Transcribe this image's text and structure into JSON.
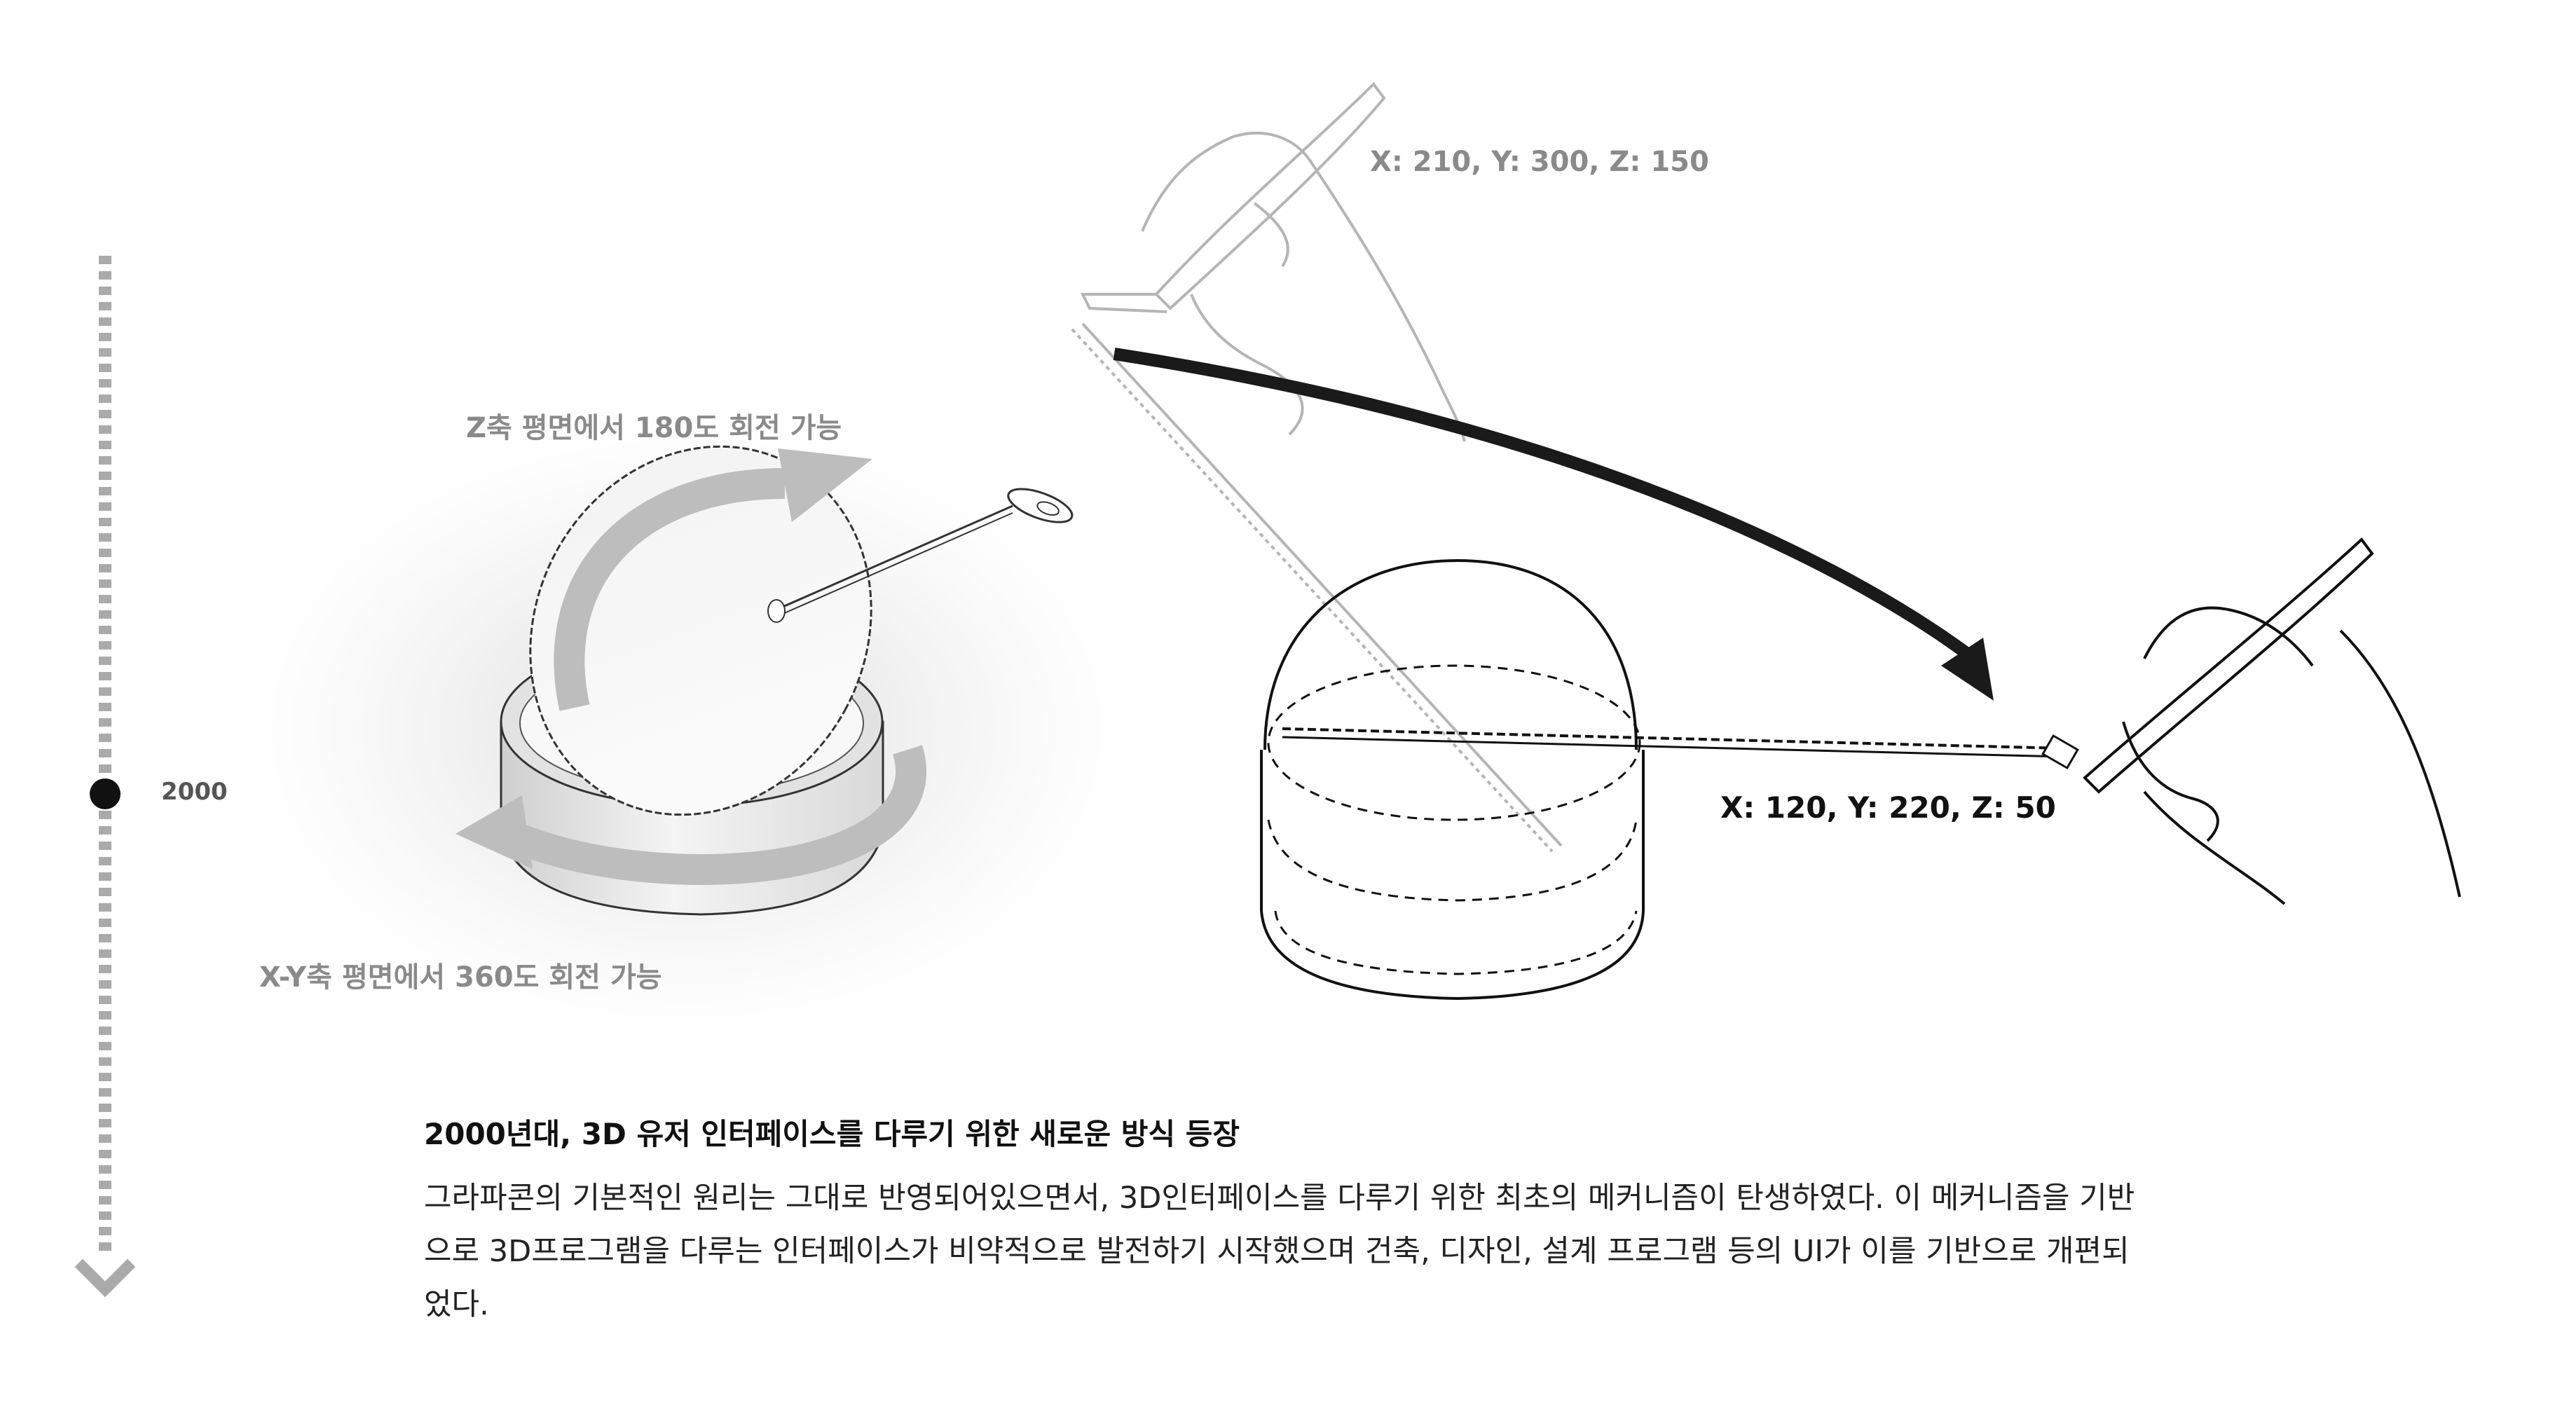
{
  "timeline": {
    "year": "2000",
    "colors": {
      "track": "#aaaaaa",
      "dot": "#111111"
    },
    "icons": {
      "end": "chevron-down-icon"
    }
  },
  "left_diagram": {
    "z_rotation_label": "Z축 평면에서 180도 회전 가능",
    "xy_rotation_label": "X-Y축 평면에서 360도 회전 가능",
    "colors": {
      "arrow": "#bdbdbd",
      "label": "#8a8a8a"
    }
  },
  "right_diagram": {
    "before_coords": "X: 210, Y: 300, Z: 150",
    "after_coords": "X: 120, Y: 220, Z: 50",
    "colors": {
      "ghost": "#b5b5b5",
      "ink": "#111111",
      "arrow": "#1a1a1a"
    }
  },
  "caption": {
    "headline": "2000년대, 3D 유저 인터페이스를 다루기 위한 새로운 방식 등장",
    "body": "그라파콘의 기본적인 원리는 그대로 반영되어있으면서, 3D인터페이스를 다루기 위한 최초의 메커니즘이 탄생하였다. 이 메커니즘을 기반으로 3D프로그램을 다루는 인터페이스가 비약적으로 발전하기 시작했으며 건축, 디자인, 설계 프로그램 등의 UI가 이를 기반으로 개편되었다."
  }
}
